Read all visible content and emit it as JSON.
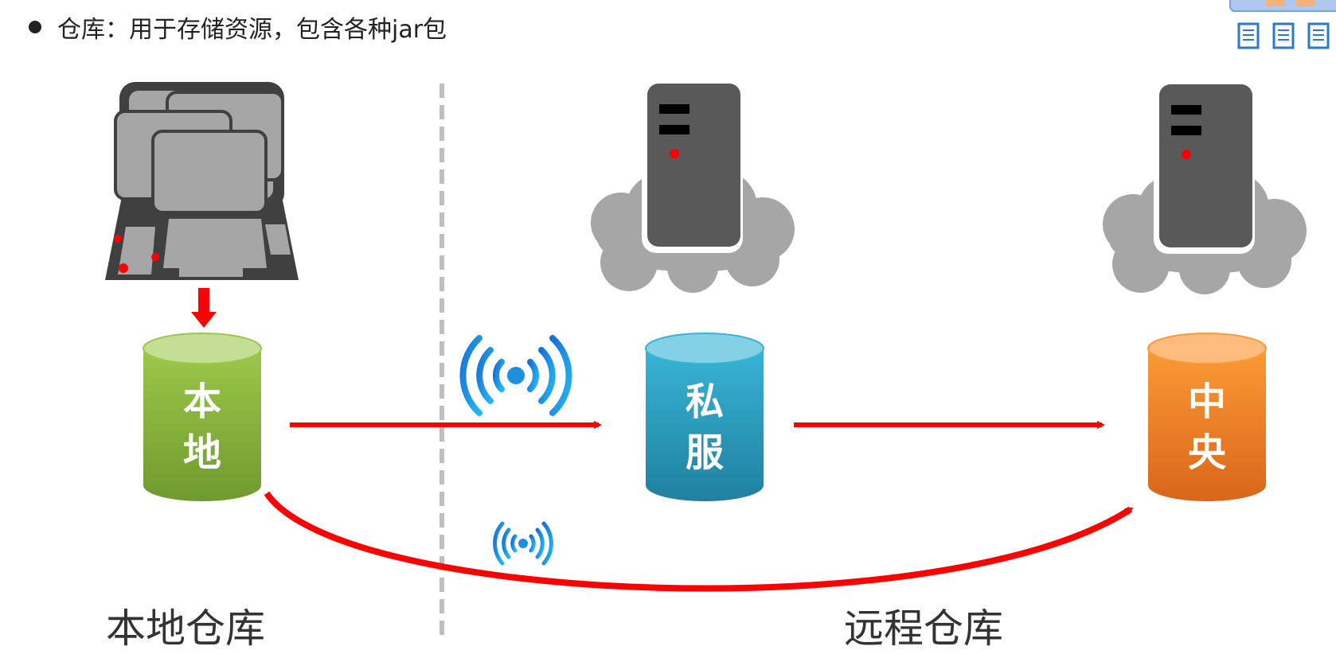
{
  "heading": {
    "bullet_text": "仓库：用于存储资源，包含各种jar包"
  },
  "cylinders": {
    "local_line1": "本",
    "local_line2": "地",
    "private_line1": "私",
    "private_line2": "服",
    "central_line1": "中",
    "central_line2": "央"
  },
  "labels": {
    "local_repo": "本地仓库",
    "remote_repo": "远程仓库"
  },
  "colors": {
    "arrow": "#ff0000",
    "local_cylinder": "#8ab83e",
    "private_cylinder": "#2fa6c8",
    "central_cylinder": "#f58220",
    "server": "#595959",
    "cloud": "#a6a6a6",
    "wifi": "#1e90e0",
    "divider": "#bfbfbf"
  },
  "icons": {
    "computers": "computer-cluster-icon",
    "private_server": "server-tower-icon",
    "central_server": "server-tower-icon",
    "wireless": "wireless-signal-icon",
    "corner": "document-icon"
  }
}
